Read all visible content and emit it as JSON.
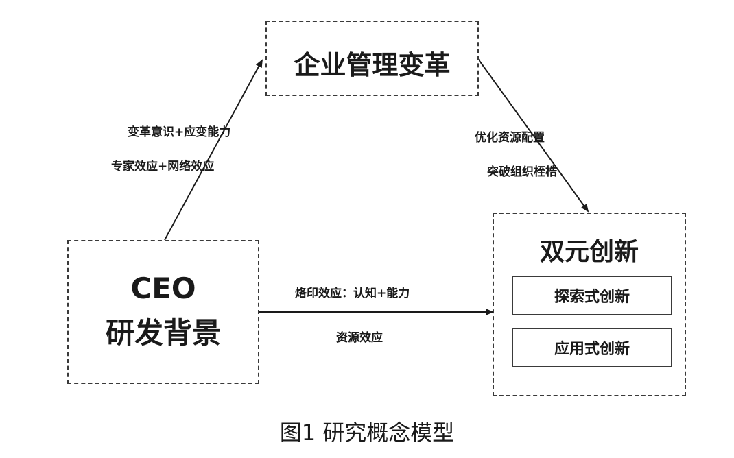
{
  "nodes": {
    "mgmt": {
      "label": "企业管理变革"
    },
    "ceo": {
      "line1": "CEO",
      "line2": "研发背景"
    },
    "dual": {
      "title": "双元创新",
      "items": [
        "探索式创新",
        "应用式创新"
      ]
    }
  },
  "edges": {
    "ceo_to_mgmt": {
      "labels": [
        "变革意识+应变能力",
        "专家效应+网络效应"
      ]
    },
    "mgmt_to_dual": {
      "labels": [
        "优化资源配置",
        "突破组织桎梏"
      ]
    },
    "ceo_to_dual": {
      "labels": [
        "烙印效应：认知+能力",
        "资源效应"
      ]
    }
  },
  "caption": "图1  研究概念模型"
}
